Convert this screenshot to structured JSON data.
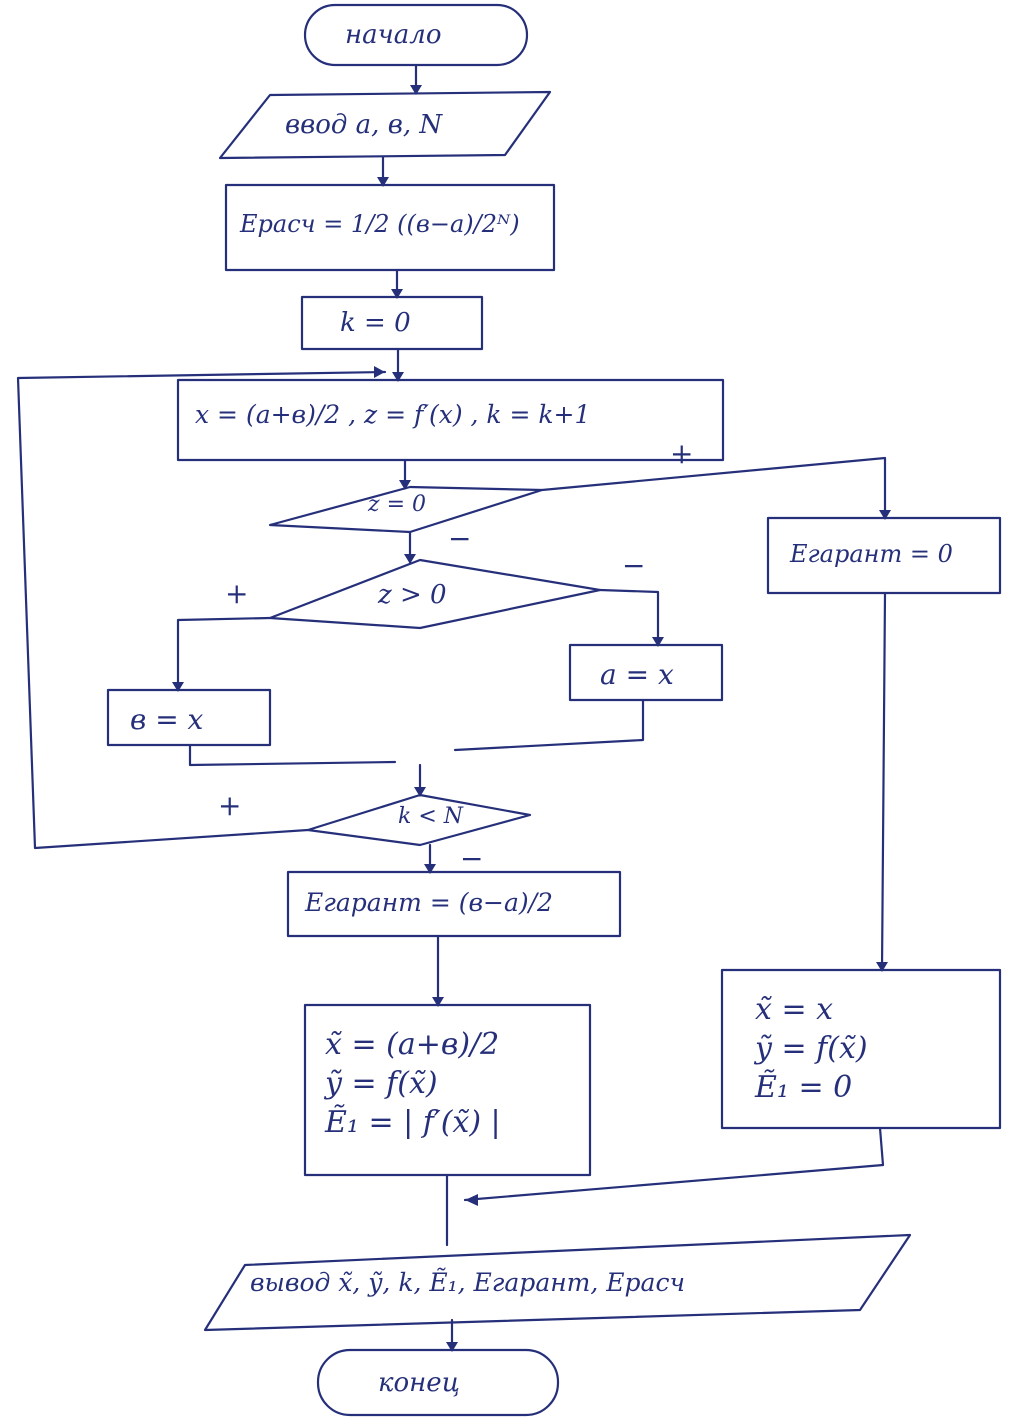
{
  "diagram": {
    "start": "начало",
    "input": "ввод a, в, N",
    "calc_eps": "Eрасч = 1/2 ((в−a)/2ᴺ)",
    "init_k": "k = 0",
    "loop_body": "x = (a+в)/2 ,  z = f′(x) ,   k = k+1",
    "cond_z_zero": "z = 0",
    "cond_z_pos": "z > 0",
    "assign_b": "в = x",
    "assign_a": "a = x",
    "cond_k_lt_n": "k < N",
    "eps_guar_zero": "Eгарант = 0",
    "eps_guar_calc": "Eгарант = (в−a)/2",
    "result_left": "x̃ = (a+в)/2\nỹ = f(x̃)\nẼ₁ = | f′(x̃) |",
    "result_right": "x̃ = x\nỹ = f(x̃)\nẼ₁ = 0",
    "output": "вывод x̃, ỹ, k, Ẽ₁, Eгарант, Eрасч",
    "end": "конец",
    "signs": {
      "z0_yes": "+",
      "z0_no": "−",
      "zpos_yes": "+",
      "zpos_no": "−",
      "k_yes": "+",
      "k_no": "−"
    }
  }
}
